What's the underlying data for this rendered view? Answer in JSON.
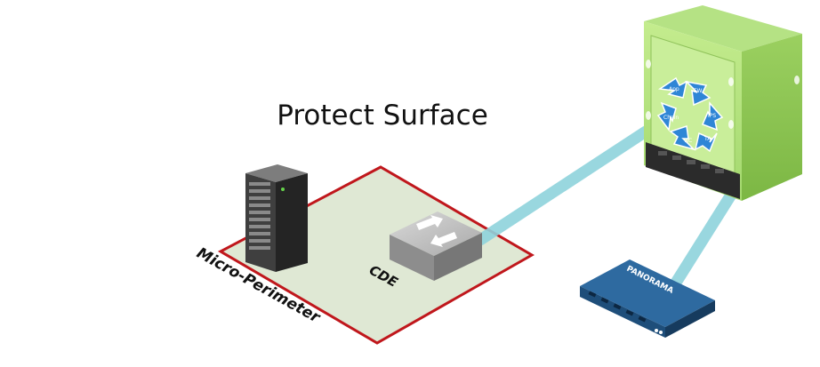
{
  "diagram": {
    "title": "Protect Surface",
    "perimeter_label": "Micro-Perimeter",
    "switch_label": "CDE",
    "panorama_label": "PANORAMA",
    "firewall_arrows": [
      "App",
      "FW",
      "Chain",
      "IPS",
      "AC",
      "TA"
    ],
    "colors": {
      "perimeter_border": "#c0171c",
      "perimeter_fill": "#dfe8d4",
      "link": "#8fd3dc",
      "firewall_green": "#9fd66b",
      "panorama_blue": "#2e6aa0"
    },
    "icons": [
      "server-icon",
      "switch-icon",
      "firewall-icon",
      "panorama-appliance-icon"
    ]
  }
}
